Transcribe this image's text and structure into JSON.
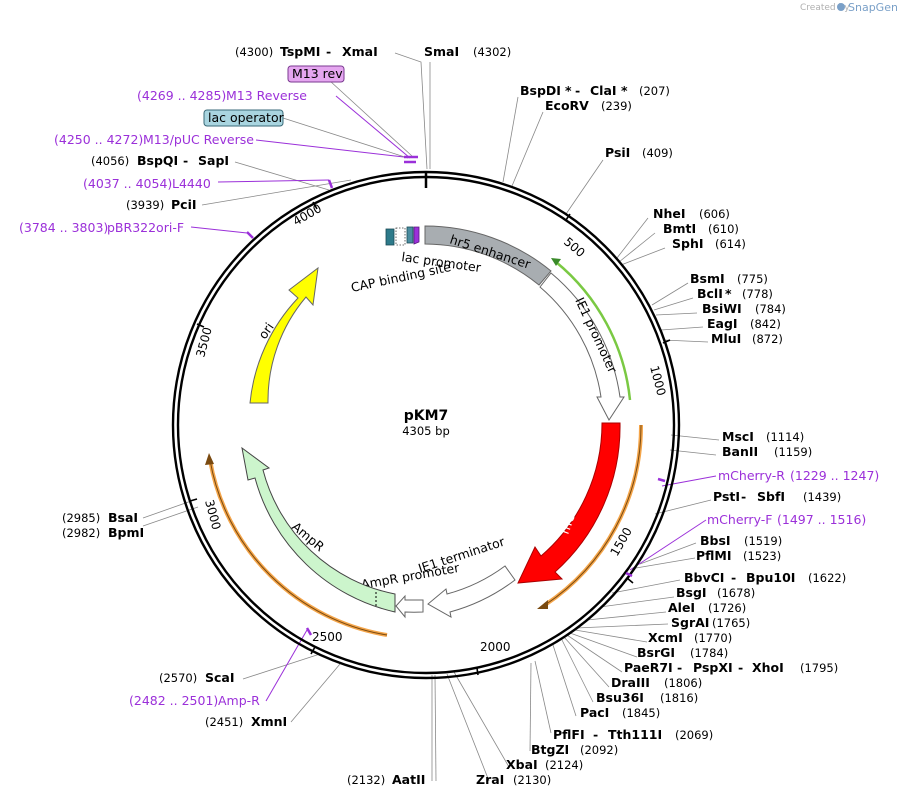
{
  "brand": {
    "created_by": "Created by",
    "name": "SnapGene"
  },
  "plasmid": {
    "name": "pKM7",
    "size_label": "4305 bp"
  },
  "ticks": [
    "500",
    "1000",
    "1500",
    "2000",
    "2500",
    "3000",
    "3500",
    "4000"
  ],
  "features": {
    "hr5": "hr5 enhancer",
    "ie1_promoter": "IE1 promoter",
    "mcherry": "mCherry",
    "ie1_terminator": "IE1 terminator",
    "ampr_promoter": "AmpR promoter",
    "ampr": "AmpR",
    "ori": "ori",
    "lac_promoter": "lac promoter",
    "cap_site": "CAP binding site"
  },
  "boxes": {
    "m13rev": "M13 rev",
    "lac_operator": "lac operator"
  },
  "primers": {
    "m13_reverse": {
      "range": "(4269 .. 4285)",
      "name": "M13 Reverse"
    },
    "m13_puc_reverse": {
      "range": "(4250 .. 4272)",
      "name": "M13/pUC Reverse"
    },
    "l4440": {
      "range": "(4037 .. 4054)",
      "name": "L4440"
    },
    "pbr322ori_f": {
      "range": "(3784 .. 3803)",
      "name": "pBR322ori-F"
    },
    "mcherry_r": {
      "name": "mCherry-R",
      "range": "(1229 .. 1247)"
    },
    "mcherry_f": {
      "name": "mCherry-F",
      "range": "(1497 .. 1516)"
    },
    "amp_r": {
      "range": "(2482 .. 2501)",
      "name": "Amp-R"
    }
  },
  "sites": {
    "tspmi": {
      "pos": "(4300)",
      "name": "TspMI",
      "sep": " - ",
      "name2": "XmaI"
    },
    "smai": {
      "name": "SmaI",
      "pos": "(4302)"
    },
    "bspdi": {
      "name": "BspDI",
      "star": "*",
      "sep": " - ",
      "name2": "ClaI",
      "star2": "*",
      "pos": "(207)"
    },
    "ecorv": {
      "name": "EcoRV",
      "pos": "(239)"
    },
    "psii": {
      "name": "PsiI",
      "pos": "(409)"
    },
    "nhei": {
      "name": "NheI",
      "pos": "(606)"
    },
    "bmti": {
      "name": "BmtI",
      "pos": "(610)"
    },
    "sphi": {
      "name": "SphI",
      "pos": "(614)"
    },
    "bsmi": {
      "name": "BsmI",
      "pos": "(775)"
    },
    "bcli": {
      "name": "BclI",
      "star": "*",
      "pos": "(778)"
    },
    "bsiwi": {
      "name": "BsiWI",
      "pos": "(784)"
    },
    "eagi": {
      "name": "EagI",
      "pos": "(842)"
    },
    "mlui": {
      "name": "MluI",
      "pos": "(872)"
    },
    "msci": {
      "name": "MscI",
      "pos": "(1114)"
    },
    "banii": {
      "name": "BanII",
      "pos": "(1159)"
    },
    "psti": {
      "name": "PstI",
      "sep": " - ",
      "name2": "SbfI",
      "pos": "(1439)"
    },
    "bbsi": {
      "name": "BbsI",
      "pos": "(1519)"
    },
    "pflmi": {
      "name": "PflMI",
      "pos": "(1523)"
    },
    "bbvci": {
      "name": "BbvCI",
      "sep": " - ",
      "name2": "Bpu10I",
      "pos": "(1622)"
    },
    "bsgi": {
      "name": "BsgI",
      "pos": "(1678)"
    },
    "alei": {
      "name": "AleI",
      "pos": "(1726)"
    },
    "sgrai": {
      "name": "SgrAI",
      "pos": "(1765)"
    },
    "xcmi": {
      "name": "XcmI",
      "pos": "(1770)"
    },
    "bsrgi": {
      "name": "BsrGI",
      "pos": "(1784)"
    },
    "paer7i": {
      "name": "PaeR7I",
      "sep": " - ",
      "name2": "PspXI",
      "sep2": " - ",
      "name3": "XhoI",
      "pos": "(1795)"
    },
    "draiii": {
      "name": "DraIII",
      "pos": "(1806)"
    },
    "bsu36i": {
      "name": "Bsu36I",
      "pos": "(1816)"
    },
    "paci": {
      "name": "PacI",
      "pos": "(1845)"
    },
    "pflfi": {
      "name": "PflFI",
      "sep": " - ",
      "name2": "Tth111I",
      "pos": "(2069)"
    },
    "btgzi": {
      "name": "BtgZI",
      "pos": "(2092)"
    },
    "xbai": {
      "name": "XbaI",
      "pos": "(2124)"
    },
    "zrai": {
      "name": "ZraI",
      "pos": "(2130)"
    },
    "aatii": {
      "pos": "(2132)",
      "name": "AatII"
    },
    "xmni": {
      "pos": "(2451)",
      "name": "XmnI"
    },
    "scai": {
      "pos": "(2570)",
      "name": "ScaI"
    },
    "bsai": {
      "pos": "(2985)",
      "name": "BsaI"
    },
    "bpmi": {
      "pos": "(2982)",
      "name": "BpmI"
    },
    "bspqi": {
      "pos": "(4056)",
      "name": "BspQI",
      "sep": " - ",
      "name2": "SapI"
    },
    "pcii": {
      "pos": "(3939)",
      "name": "PciI"
    }
  },
  "colors": {
    "backbone": "#000000",
    "hr5": "#a8adb1",
    "mcherry": "#ff0000",
    "ampr": "#ccf5cc",
    "ori": "#ffff00",
    "primer": "#9b30d9",
    "orf_outline": "#f4a54a",
    "green_orf": "#7ac943",
    "box_m13": "#e5a6f0",
    "box_lac": "#a9d5e0"
  }
}
